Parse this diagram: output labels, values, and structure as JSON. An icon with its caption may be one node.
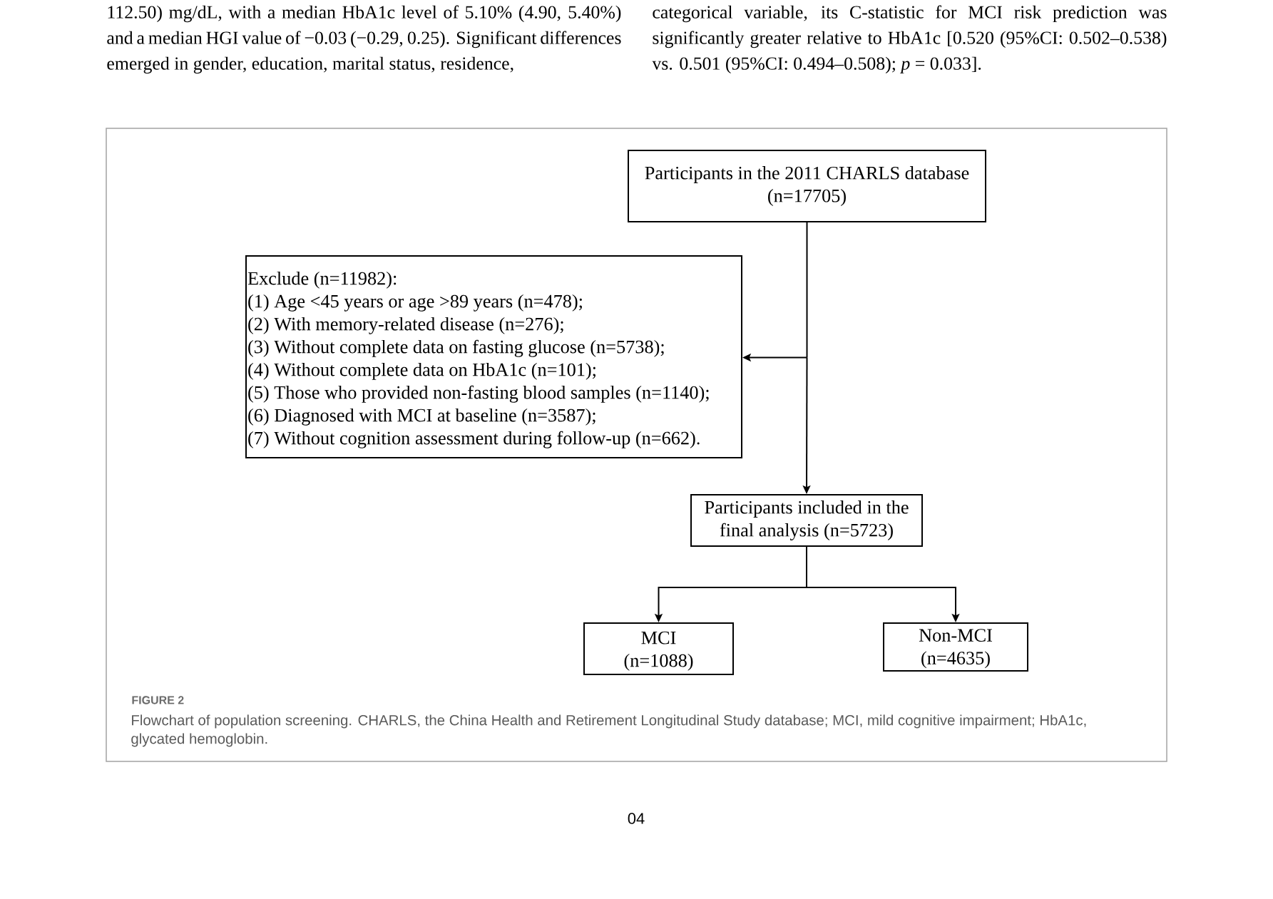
{
  "diagram": {
    "title": "FIGURE 2",
    "caption": "Flowchart of population screening. CHARLS, the China Health and Retirement Longitudinal Study database; MCI, mild cognitive impairment; HbA1c, glycated hemoglobin.",
    "nodes": [
      {
        "text": [
          "Participants in the 2011 CHARLS database (n=17705)"
        ]
      },
      {
        "text": [
          "Exclude (n=11982):",
          "(1) Age <45 years or age >89 years (n=478);",
          "(2) With memory-related disease (n=276);",
          "(3) Without complete data on fasting glucose (n=5738);",
          "(4) Without complete data on HbA1c (n=101);",
          "(5) Those who provided non-fasting blood samples (n=1140);",
          "(6) Diagnosed with MCI at baseline (n=3587);",
          "(7) Without cognition assessment during follow-up (n=662)."
        ]
      },
      {
        "text": [
          "Participants included in the final analysis (n=5723)"
        ]
      },
      {
        "text": [
          "MCI (n=1088)"
        ]
      },
      {
        "text": [
          "Non-MCI (n=4635)"
        ]
      }
    ],
    "edges": [
      {
        "from": 0,
        "to": 1,
        "arrow": "to"
      },
      {
        "from": 0,
        "to": 2,
        "arrow": "to"
      },
      {
        "from": 2,
        "to": 3,
        "arrow": "to"
      },
      {
        "from": 2,
        "to": 4,
        "arrow": "to"
      }
    ],
    "labels": [
      "112.50) mg/dL, with a median HbA1c level of 5.10% (4.90, 5.40%) and a median HGI value of −0.03 (−0.29, 0.25). Significant differences emerged in gender, education, marital status, residence,",
      "categorical variable, its C-statistic for MCI risk prediction was significantly greater relative to HbA1c [0.520 (95%CI: 0.502–0.538) vs. 0.501 (95%CI: 0.494–0.508); *p* = 0.033].",
      "04"
    ]
  }
}
